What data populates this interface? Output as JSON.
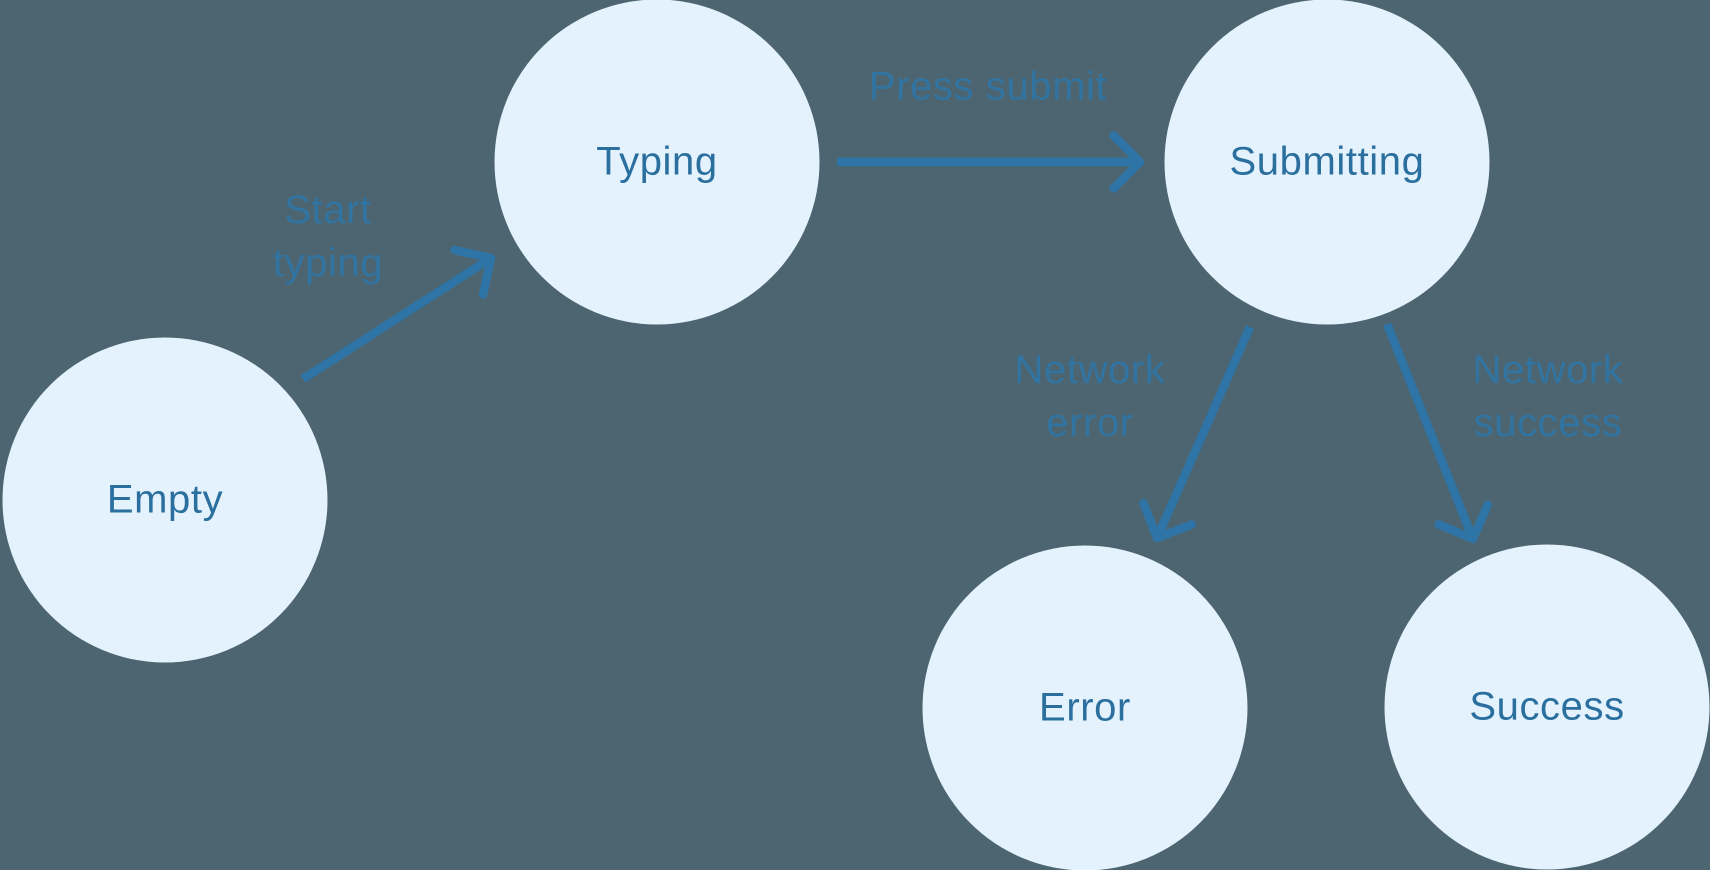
{
  "diagram": {
    "type": "state-machine",
    "nodes": [
      {
        "id": "empty",
        "label": "Empty"
      },
      {
        "id": "typing",
        "label": "Typing"
      },
      {
        "id": "submitting",
        "label": "Submitting"
      },
      {
        "id": "error",
        "label": "Error"
      },
      {
        "id": "success",
        "label": "Success"
      }
    ],
    "edges": [
      {
        "from": "empty",
        "to": "typing",
        "label": "Start typing"
      },
      {
        "from": "typing",
        "to": "submitting",
        "label": "Press submit"
      },
      {
        "from": "submitting",
        "to": "error",
        "label": "Network error"
      },
      {
        "from": "submitting",
        "to": "success",
        "label": "Network success"
      }
    ]
  },
  "colors": {
    "background": "#4c6570",
    "node_fill": "#e3f2fd",
    "node_text": "#2b6f9f",
    "edge": "#2e74a6",
    "edge_label": "#2e77aa"
  }
}
